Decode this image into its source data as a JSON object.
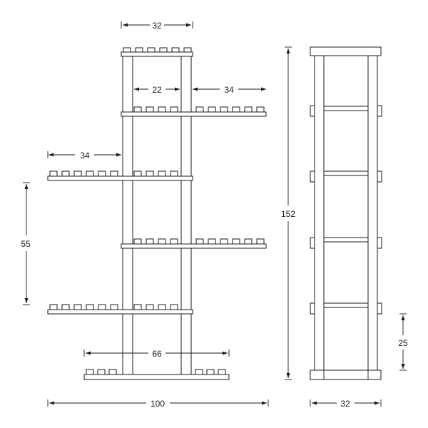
{
  "dimensions": {
    "front_top_width": "32",
    "inner_gap": "22",
    "right_shelf_depth": "34",
    "left_shelf_depth": "34",
    "shelf_spacing": "55",
    "base_width": "66",
    "overall_width": "100",
    "overall_height": "152",
    "side_depth": "32",
    "bottom_clearance": "25"
  }
}
